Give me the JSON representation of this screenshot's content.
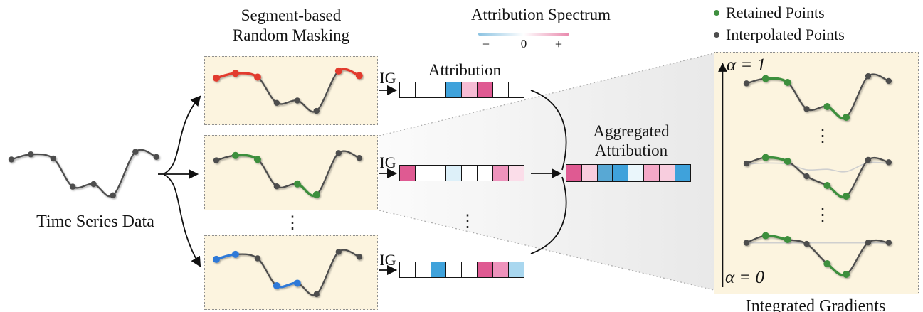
{
  "texts": {
    "time_series_label": "Time Series Data",
    "masking_title_line1": "Segment-based",
    "masking_title_line2": "Random Masking",
    "spectrum_title": "Attribution Spectrum",
    "spectrum_minus": "−",
    "spectrum_zero": "0",
    "spectrum_plus": "+",
    "attribution_label": "Attribution",
    "ig_label": "IG",
    "aggregated_title_line1": "Aggregated",
    "aggregated_title_line2": "Attribution",
    "legend_retained": "Retained Points",
    "legend_interpolated": "Interpolated Points",
    "alpha_top": "α = 1",
    "alpha_bottom": "α = 0",
    "ig_caption": "Integrated Gradients",
    "ellipsis": "⋮"
  },
  "colors": {
    "box_bg": "#FCF4DF",
    "series_gray": "#4D4D4D",
    "mask_red": "#E23B2E",
    "mask_green": "#3E8F3E",
    "mask_blue": "#2D79D8",
    "ghost": "#CFCFCF",
    "spectrum_neg": "#8CC3E2",
    "spectrum_pos": "#E989AD",
    "cell_strong_pink": "#DF5A92",
    "cell_strong_blue": "#3FA2DB"
  },
  "series": {
    "points": [
      [
        0,
        0.27
      ],
      [
        0.13,
        0.17
      ],
      [
        0.28,
        0.25
      ],
      [
        0.41,
        0.8
      ],
      [
        0.55,
        0.75
      ],
      [
        0.68,
        0.97
      ],
      [
        0.83,
        0.12
      ],
      [
        0.97,
        0.22
      ]
    ],
    "baseline": 0.32,
    "masks": {
      "red": [
        1,
        1,
        1,
        0,
        0,
        0,
        1,
        1
      ],
      "green": [
        0,
        1,
        1,
        0,
        1,
        1,
        0,
        0
      ],
      "blue": [
        1,
        1,
        0,
        1,
        1,
        0,
        0,
        0
      ]
    }
  },
  "attribution_rows": [
    [
      "#FFFFFF",
      "#FFFFFF",
      "#FFFFFF",
      "#3FA2DB",
      "#F6BCD4",
      "#DF5A92",
      "#FFFFFF",
      "#FFFFFF"
    ],
    [
      "#DF5A92",
      "#FFFFFF",
      "#FFFFFF",
      "#DDF0F9",
      "#FFFFFF",
      "#FFFFFF",
      "#EE93BC",
      "#FBDDE9"
    ],
    [
      "#FFFFFF",
      "#FFFFFF",
      "#3FA2DB",
      "#FFFFFF",
      "#FFFFFF",
      "#DF5A92",
      "#EE93BC",
      "#A9D7EF"
    ]
  ],
  "aggregated_cells": [
    "#DF5A92",
    "#F8CDDE",
    "#58A8D4",
    "#3FA2DB",
    "#EAF6FB",
    "#F4A9C8",
    "#F8CDDE",
    "#3FA2DB"
  ]
}
